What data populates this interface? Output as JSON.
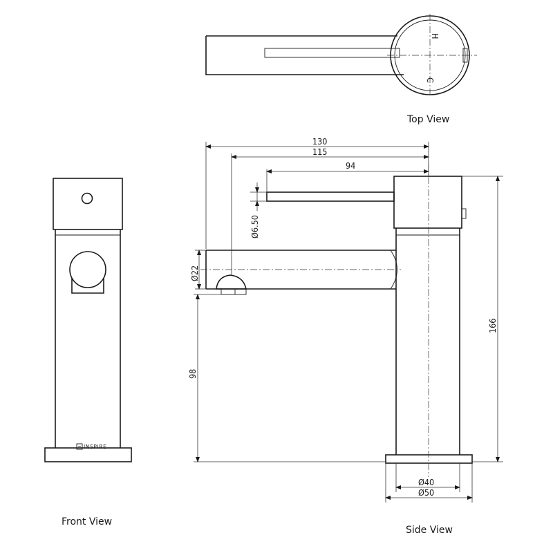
{
  "views": {
    "top": "Top View",
    "front": "Front View",
    "side": "Side View"
  },
  "brand": "INSPIRE",
  "handle_marks": {
    "hot": "H",
    "cold": "C"
  },
  "dimensions": {
    "total_length": "130",
    "spout_length": "115",
    "lever_length": "94",
    "lever_diameter": "Ø6.50",
    "spout_diameter": "Ø22",
    "total_height": "166",
    "outlet_height": "98",
    "body_diameter": "Ø40",
    "base_diameter": "Ø50"
  },
  "colors": {
    "line": "#1a1a1a",
    "background": "#ffffff"
  }
}
